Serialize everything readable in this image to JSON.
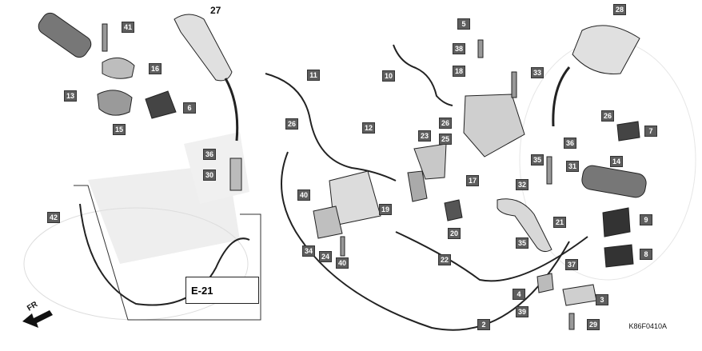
{
  "diagram": {
    "code": "K86F0410A",
    "ref_box_label": "E-21",
    "front_label": "FR",
    "plain_labels": [
      "27"
    ],
    "callouts": [
      "41",
      "16",
      "13",
      "15",
      "6",
      "26",
      "36",
      "30",
      "42",
      "11",
      "12",
      "19",
      "40",
      "34",
      "24",
      "40",
      "5",
      "38",
      "18",
      "33",
      "10",
      "23",
      "26",
      "25",
      "17",
      "22",
      "20",
      "32",
      "21",
      "35",
      "28",
      "26",
      "7",
      "36",
      "35",
      "31",
      "14",
      "9",
      "8",
      "37",
      "4",
      "3",
      "39",
      "29",
      "2"
    ]
  },
  "colors": {
    "callout_fill": "#5e5e5e",
    "line": "#333333",
    "shade": "#c9c9c9"
  }
}
